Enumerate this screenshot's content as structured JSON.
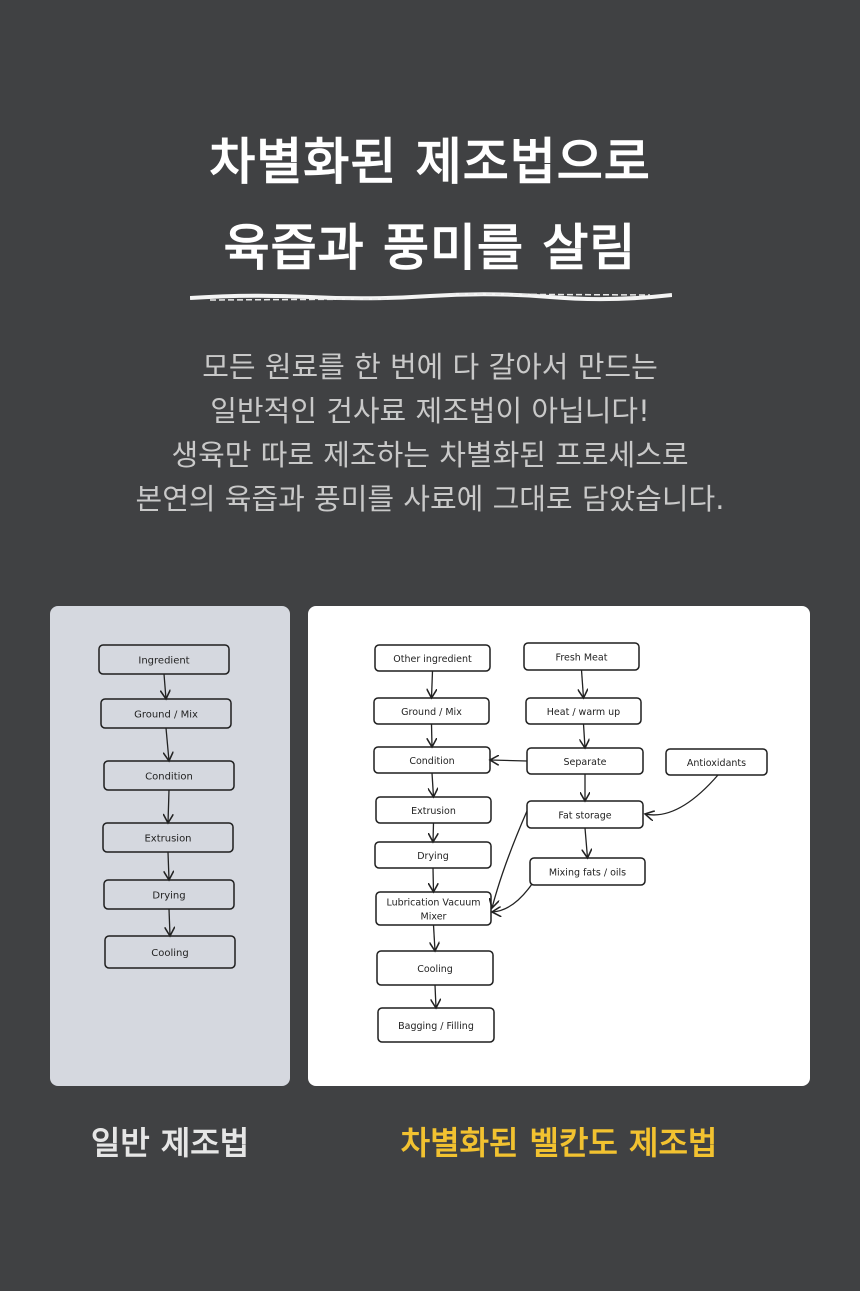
{
  "headline": {
    "line1": "차별화된 제조법으로",
    "line2": "육즙과 풍미를 살림"
  },
  "description": [
    "모든 원료를 한 번에 다 갈아서 만드는",
    "일반적인 건사료 제조법이 아닙니다!",
    "생육만 따로 제조하는 차별화된 프로세스로",
    "본연의 육즙과 풍미를 사료에 그대로 담았습니다."
  ],
  "general_process": {
    "caption": "일반 제조법",
    "steps": [
      "Ingredient",
      "Ground / Mix",
      "Condition",
      "Extrusion",
      "Drying",
      "Cooling"
    ]
  },
  "belcando_process": {
    "caption": "차별화된 벨칸도 제조법",
    "steps": {
      "other": "Other ingredient",
      "ground": "Ground / Mix",
      "condition": "Condition",
      "extrusion": "Extrusion",
      "drying": "Drying",
      "lubrication": "Lubrication Vacuum Mixer",
      "cooling": "Cooling",
      "bagging": "Bagging / Filling",
      "fresh": "Fresh Meat",
      "heat": "Heat / warm up",
      "separate": "Separate",
      "antiox": "Antioxidants",
      "fat": "Fat storage",
      "mixing": "Mixing fats / oils"
    }
  },
  "colors": {
    "background": "#404143",
    "accent": "#f2c230",
    "left_panel": "#d5d8df"
  }
}
